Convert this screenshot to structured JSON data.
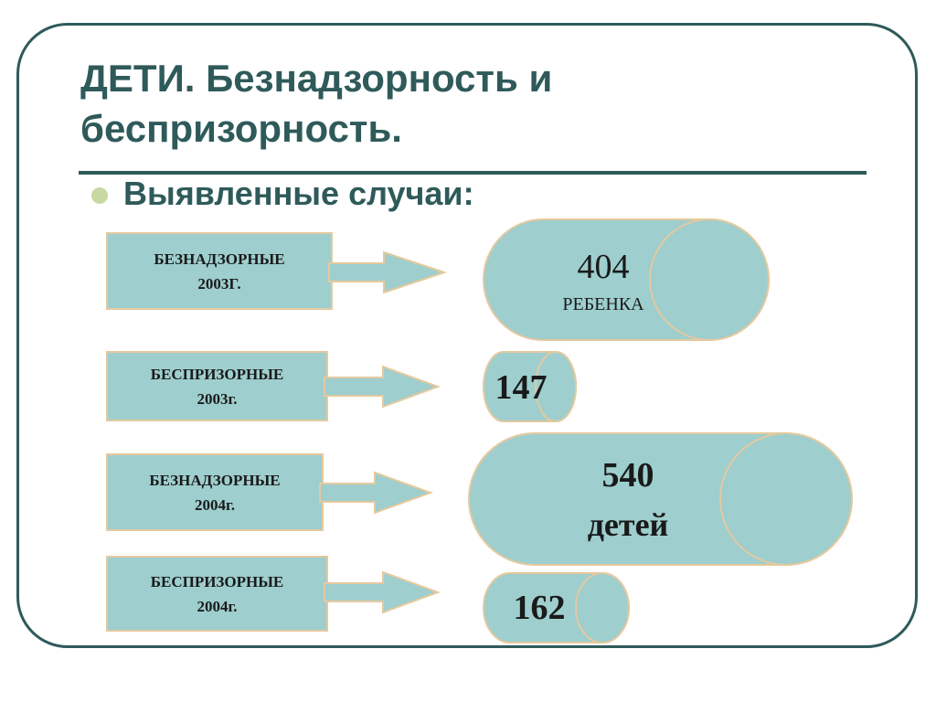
{
  "slide": {
    "title_line1": "ДЕТИ. Безнадзорность и",
    "title_line2": "беспризорность.",
    "subtitle": "Выявленные случаи:"
  },
  "rows": [
    {
      "label_line1": "БЕЗНАДЗОРНЫЕ",
      "label_line2": "2003Г.",
      "value": "404",
      "unit": "РЕБЕНКА"
    },
    {
      "label_line1": "БЕСПРИЗОРНЫЕ",
      "label_line2": "2003г.",
      "value": "147",
      "unit": ""
    },
    {
      "label_line1": "БЕЗНАДЗОРНЫЕ",
      "label_line2": "2004г.",
      "value": "540",
      "unit": "детей"
    },
    {
      "label_line1": "БЕСПРИЗОРНЫЕ",
      "label_line2": "2004г.",
      "value": "162",
      "unit": ""
    }
  ],
  "colors": {
    "frame": "#2f5a5a",
    "title": "#2f5a5a",
    "fill": "#9ecece",
    "outline": "#e4c99f",
    "bullet": "#c9d8a3"
  }
}
